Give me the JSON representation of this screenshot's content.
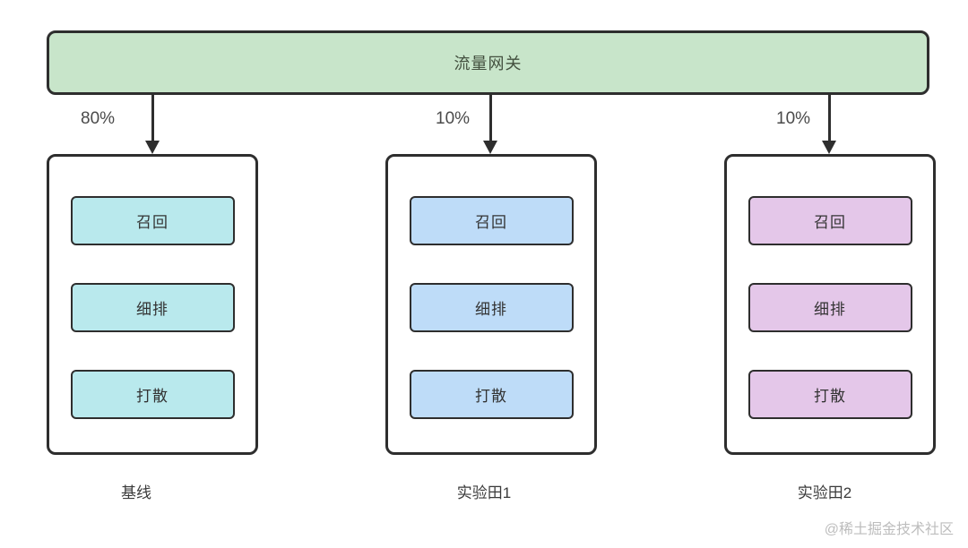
{
  "gateway": {
    "label": "流量网关"
  },
  "branches": [
    {
      "percent": "80%",
      "lane_label": "基线",
      "steps": [
        "召回",
        "细排",
        "打散"
      ],
      "fill": "#b9e9ed"
    },
    {
      "percent": "10%",
      "lane_label": "实验田1",
      "steps": [
        "召回",
        "细排",
        "打散"
      ],
      "fill": "#bedcf8"
    },
    {
      "percent": "10%",
      "lane_label": "实验田2",
      "steps": [
        "召回",
        "细排",
        "打散"
      ],
      "fill": "#e4c7e9"
    }
  ],
  "watermark": "@稀土掘金技术社区",
  "colors": {
    "gateway-fill": "#c8e5ca",
    "stroke": "#2e2e2e",
    "lane0-fill": "#b9e9ed",
    "lane1-fill": "#bedcf8",
    "lane2-fill": "#e4c7e9",
    "text": "#333333",
    "watermark": "#bdbdbd"
  }
}
